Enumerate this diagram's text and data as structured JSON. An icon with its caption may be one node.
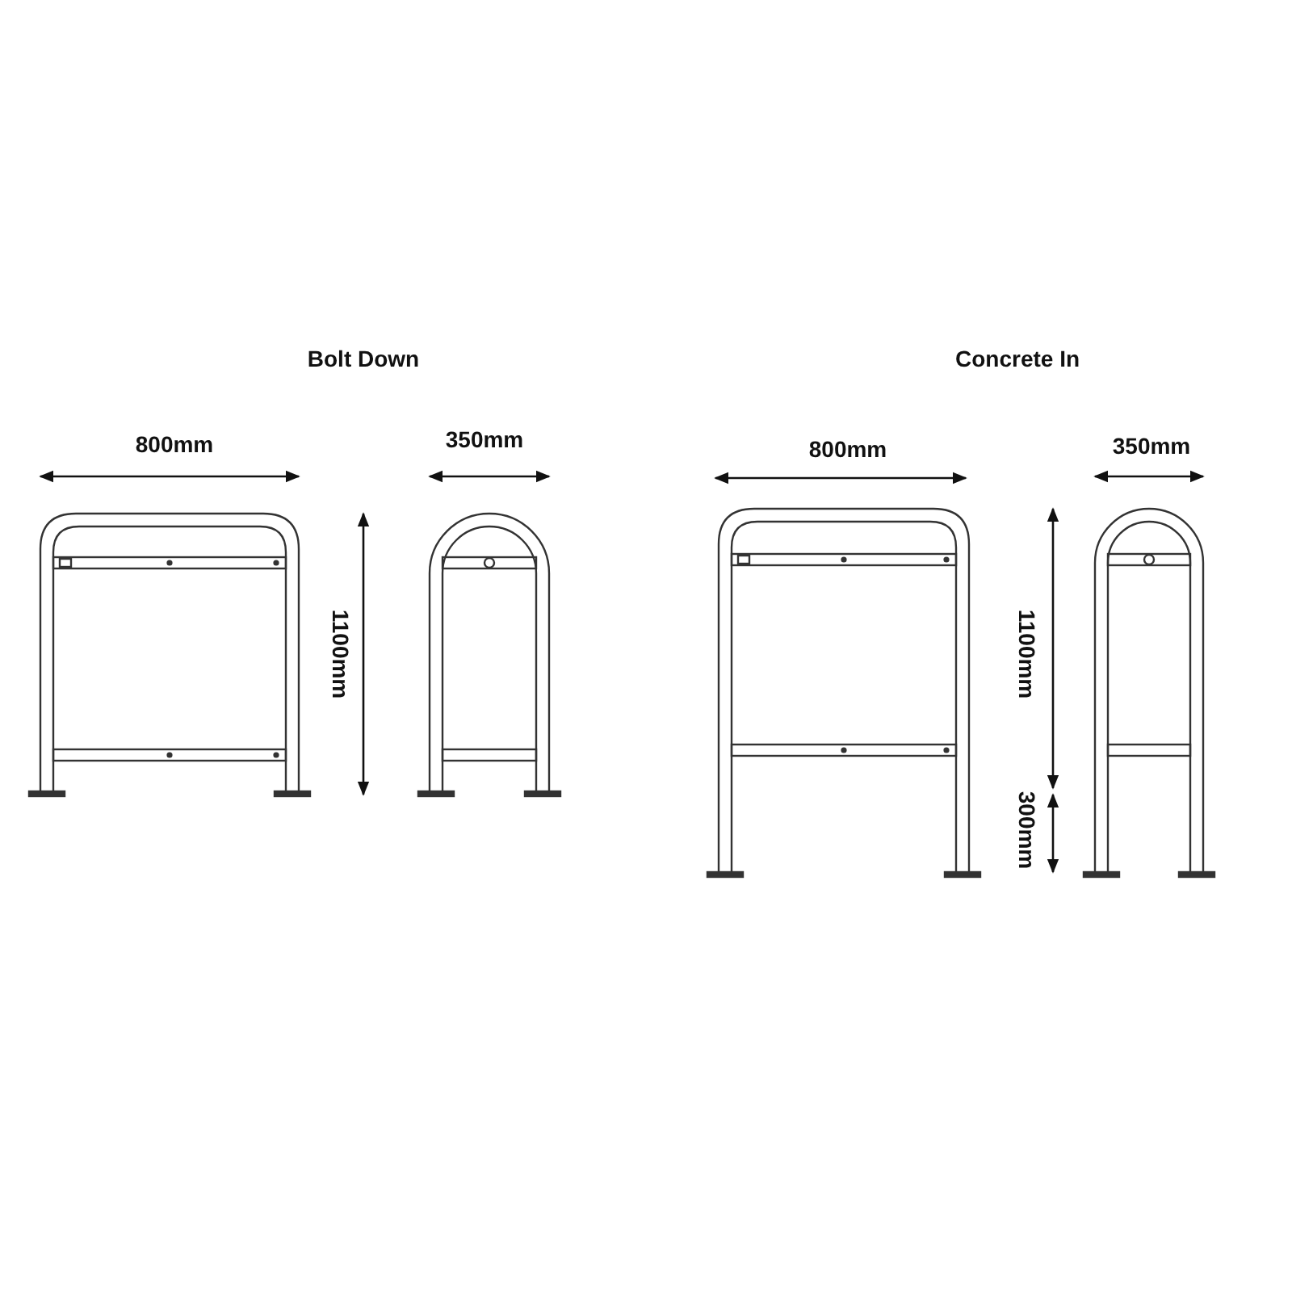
{
  "diagram": {
    "labels": [
      "Bolt Down",
      "Concrete In",
      "800mm",
      "350mm",
      "800mm",
      "350mm",
      "1100mm",
      "1100mm",
      "300mm"
    ]
  }
}
